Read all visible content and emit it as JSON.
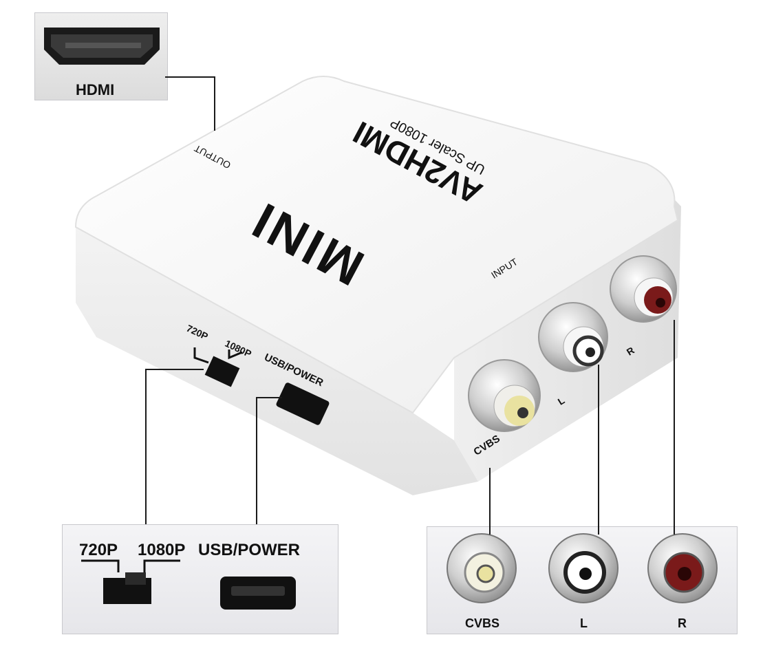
{
  "device": {
    "brand_text": "MINI",
    "model_text": "AV2HDMI",
    "scaler_text": "UP Scaler 1080P",
    "output_text": "OUTPUT",
    "input_text": "INPUT",
    "switch_720_text": "720P",
    "switch_1080_text": "1080P",
    "usb_text": "USB/POWER",
    "port_cvbs_text": "CVBS",
    "port_l_text": "L",
    "port_r_text": "R"
  },
  "insets": {
    "hdmi_label": "HDMI",
    "switch_720_label": "720P",
    "switch_1080_label": "1080P",
    "usb_label": "USB/POWER",
    "cvbs_label": "CVBS",
    "l_label": "L",
    "r_label": "R"
  },
  "colors": {
    "body": "#f7f7f7",
    "cvbs_jack": "#e9e2a0",
    "l_jack": "#ffffff",
    "r_jack": "#7a1a1a",
    "text": "#111111"
  }
}
